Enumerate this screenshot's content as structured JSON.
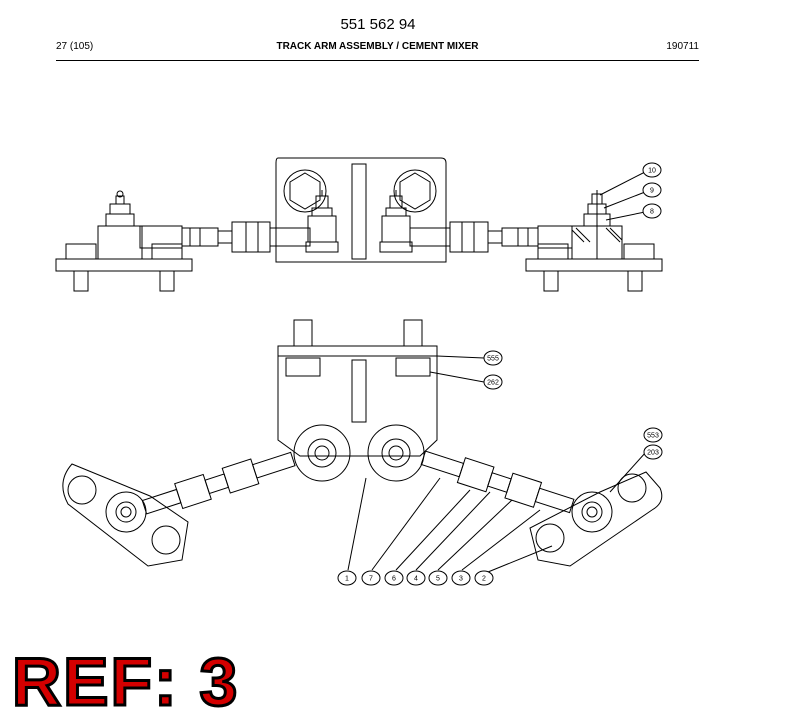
{
  "header": {
    "doc_number": "551 562 94",
    "page": "27 (105)",
    "title": "TRACK ARM ASSEMBLY / CEMENT MIXER",
    "date": "190711"
  },
  "callouts": {
    "c10": "10",
    "c9": "9",
    "c8": "8",
    "c555": "555",
    "c262": "262",
    "c553": "553",
    "c203": "203",
    "c1": "1",
    "c7": "7",
    "c6": "6",
    "c4": "4",
    "c5": "5",
    "c3": "3",
    "c2": "2"
  },
  "ref_label": "REF: 3"
}
